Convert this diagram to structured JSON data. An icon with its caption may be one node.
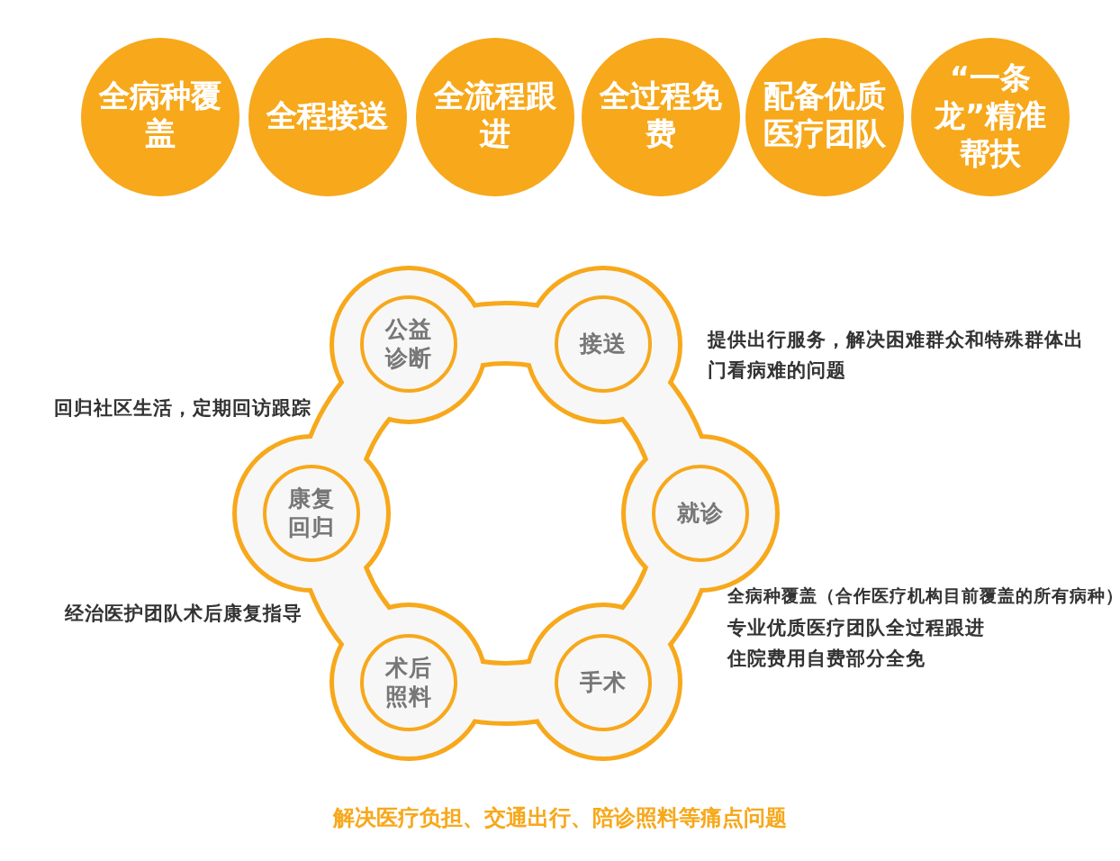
{
  "diagram": {
    "caption": "解决医疗负担、交通出行、陪诊照料等痛点问题",
    "nodes": [
      {
        "text": [
          "全病种覆盖"
        ]
      },
      {
        "text": [
          "全程接送"
        ]
      },
      {
        "text": [
          "全流程跟进"
        ]
      },
      {
        "text": [
          "全过程免费"
        ]
      },
      {
        "text": [
          "配备优质医疗团队"
        ]
      },
      {
        "text": [
          "“一条龙”精准帮扶"
        ]
      },
      {
        "text": [
          "公益诊断"
        ]
      },
      {
        "text": [
          "接送"
        ],
        "beside": [
          "提供出行服务，解决困难群众和特殊群体出门看病难的问题"
        ]
      },
      {
        "text": [
          "康复回归"
        ],
        "beside": [
          "回归社区生活，定期回访跟踪"
        ]
      },
      {
        "text": [
          "就诊"
        ],
        "beside": [
          "全病种覆盖（合作医疗机构目前覆盖的所有病种）",
          "专业优质医疗团队全过程跟进",
          "住院费用自费部分全免"
        ]
      },
      {
        "text": [
          "术后照料"
        ],
        "beside": [
          "经治医护团队术后康复指导"
        ]
      },
      {
        "text": [
          "手术"
        ]
      }
    ],
    "edges": []
  }
}
